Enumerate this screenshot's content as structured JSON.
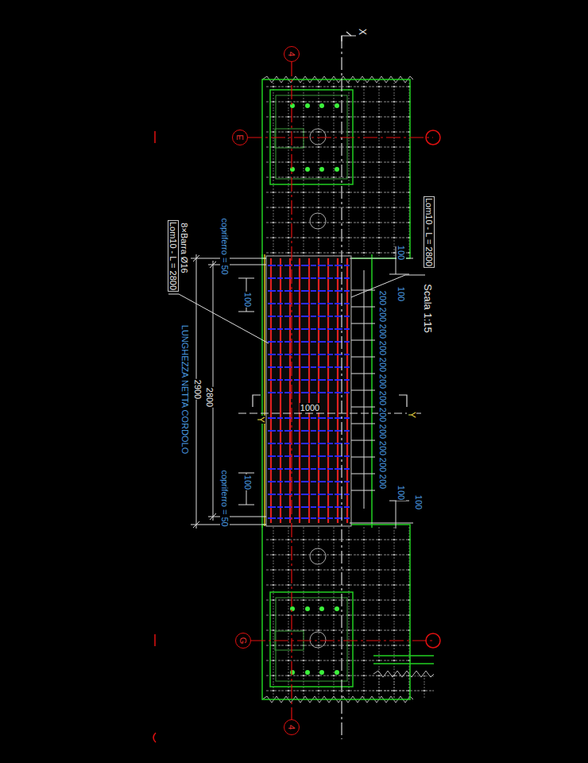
{
  "diagram": {
    "nodes": [
      {
        "text": [
          "4"
        ]
      },
      {
        "text": [
          "E"
        ]
      },
      {
        "text": [
          "G"
        ]
      },
      {
        "text": [
          "4"
        ]
      }
    ],
    "edges": [
      {
        "from": 0,
        "to": 3,
        "arrow": "none"
      }
    ],
    "labels": [
      "X",
      "Lom10 - L = 2800",
      "Scala 1:15",
      "8×Barra Ø16",
      "Lom10 - L = 2800",
      "copriferro = 50",
      "100",
      "100",
      "100",
      "200",
      "200",
      "200",
      "200",
      "200",
      "200",
      "200",
      "200",
      "200",
      "200",
      "200",
      "200",
      "1000",
      "Y",
      "Y",
      "LUNGHEZZA NETTA CORDOLO",
      "2900",
      "2800",
      "copriferro = 50",
      "100",
      "100",
      "100"
    ]
  }
}
